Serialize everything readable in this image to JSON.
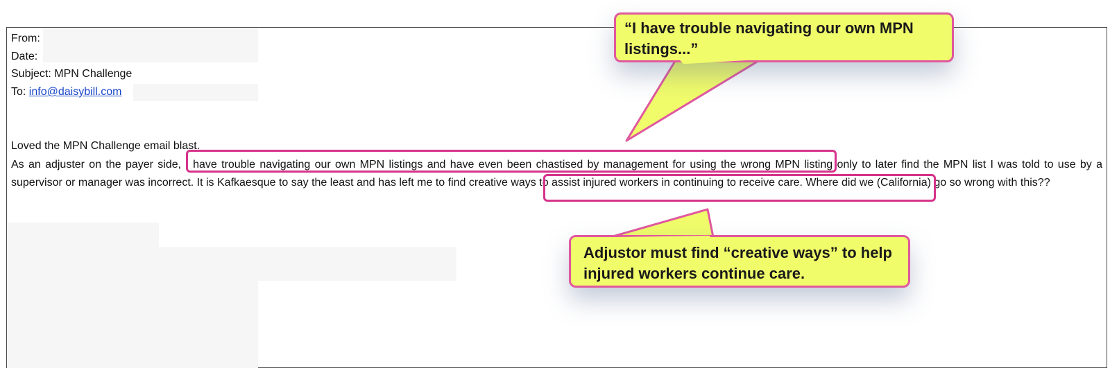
{
  "email": {
    "from_label": "From:",
    "date_label": "Date:",
    "subject": "Subject: MPN Challenge",
    "to_label": "To:",
    "to_address": "info@daisybill.com",
    "greeting": "Loved the MPN Challenge email blast.",
    "body_part1": "As an adjuster on the payer side, ",
    "body_highlight1": "I have trouble navigating our own MPN listings and have even been chastised by management for using the wrong MPN",
    "body_part2": " listing only to later find the MPN list I was told to use by a supervisor or manager was incorrect. It is Kafkaesque to say the least and has left me to ",
    "body_highlight2": "find creative ways to assist injured workers in continuing to receive care.",
    "body_part3": " Where did we (California) go so wrong with this??"
  },
  "callouts": {
    "top": "“I have trouble navigating our own MPN listings...”",
    "bottom": "Adjustor must find “creative ways” to help injured workers continue care."
  },
  "colors": {
    "callout_fill": "#f0fc6a",
    "callout_border": "#e0589e",
    "highlight_border": "#d6338a",
    "link": "#1a47c7"
  }
}
